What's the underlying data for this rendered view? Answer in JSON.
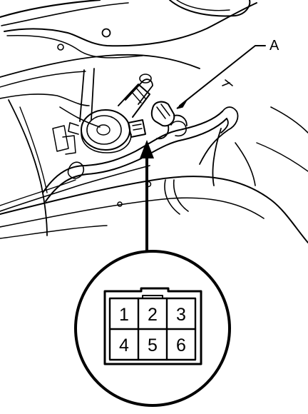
{
  "callout": {
    "label": "A"
  },
  "connector": {
    "pins_row1": [
      "1",
      "2",
      "3"
    ],
    "pins_row2": [
      "4",
      "5",
      "6"
    ]
  },
  "colors": {
    "ink": "#000000",
    "paper": "#ffffff"
  }
}
